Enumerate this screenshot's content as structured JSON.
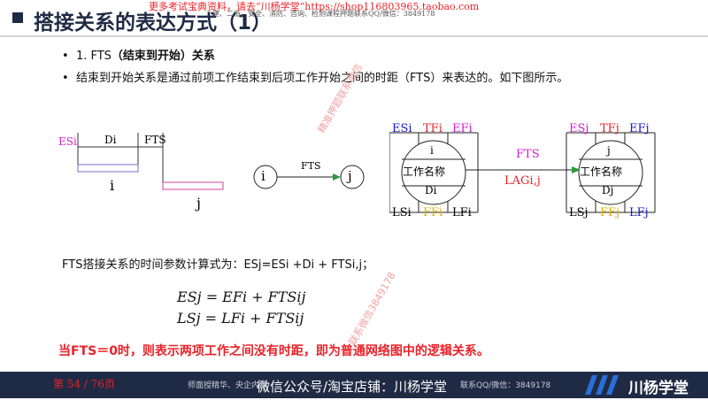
{
  "header": {
    "title": "搭接关系的表达方式（1）",
    "watermark_top": "更多考试宝典资料，请去“川杨学堂”https://shop116803965.taobao.com",
    "watermark_top_small": "建、二造、安全、消防、咨询、检测课程押题联系QQ/微信：3849178"
  },
  "bullets": [
    {
      "prefix": "1. FTS",
      "bold": "（结束到开始）关系"
    },
    {
      "text": "结束到开始关系是通过前项工作结束到后项工作开始之间的时距（FTS）来表达的。如下图所示。"
    }
  ],
  "diagram1": {
    "es_label": "ESi",
    "d_label": "Di",
    "fts_label": "FTS",
    "bar_i_label": "i",
    "bar_j_label": "j"
  },
  "diagram2": {
    "node_i": "i",
    "node_j": "j",
    "arrow_label": "FTS"
  },
  "diagram3": {
    "left": {
      "es": "ESi",
      "tf": "TFi",
      "ef": "EFi",
      "id": "i",
      "name": "工作名称",
      "d": "Di",
      "ls": "LSi",
      "ff": "FFi",
      "lf": "LFi"
    },
    "arrow_top": "FTS",
    "arrow_bottom": "LAGi,j",
    "right": {
      "es": "ESj",
      "tf": "TFj",
      "ef": "EFj",
      "id": "j",
      "name": "工作名称",
      "d": "Dj",
      "ls": "LSj",
      "ff": "FFj",
      "lf": "LFj"
    }
  },
  "formula_title": "FTS搭接关系的时间参数计算式为：ESj=ESi +Di + FTSi,j；",
  "formulas": {
    "line1": "ESj = EFi + FTSij",
    "line2": "LSj = LFi + FTSij"
  },
  "conclusion": "当FTS＝0时，则表示两项工作之间没有时距，即为普通网络图中的逻辑关系。",
  "watermarks": {
    "diag1": "精准押题联系微信",
    "diag2": "联系微信3849178"
  },
  "footer": {
    "page": "第 54 / 76页",
    "small_left": "师面授精华、央企内部",
    "big": "微信公众号/淘宝店铺：川杨学堂",
    "small_right": "联系QQ/微信：3849178",
    "brand": "川杨学堂"
  },
  "colors": {
    "navy": "#1f2a44",
    "red": "#e8232a",
    "blue": "#1a1ac8",
    "yellow": "#e0b000",
    "magenta": "#d020d0"
  }
}
